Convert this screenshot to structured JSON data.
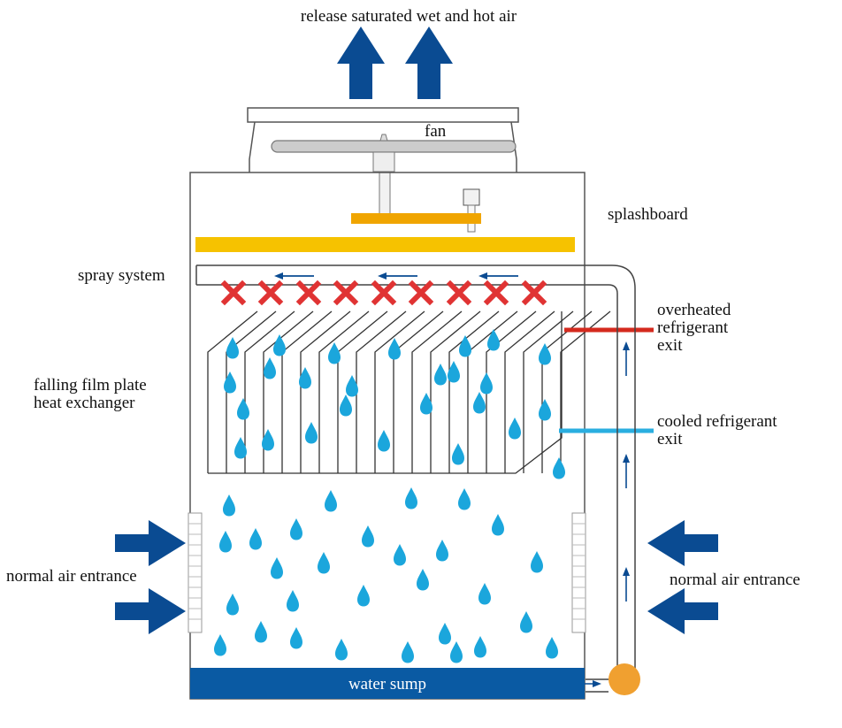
{
  "labels": {
    "top": "release saturated wet and hot air",
    "fan": "fan",
    "splashboard": "splashboard",
    "spray": "spray system",
    "overheated": [
      "overheated",
      "refrigerant",
      "exit"
    ],
    "exchanger": [
      "falling film plate",
      "heat exchanger"
    ],
    "cooled": [
      "cooled refrigerant",
      "exit"
    ],
    "air_left": "normal air entrance",
    "air_right": "normal air entrance",
    "sump": "water sump"
  },
  "colors": {
    "arrow_blue": "#0a4b92",
    "drop_blue": "#1ba6dc",
    "splash_yellow": "#f6c200",
    "fan_orange": "#f0a500",
    "spray_red": "#e03333",
    "hot_pipe": "#d42a1e",
    "cold_pipe": "#2aaee0",
    "sump_blue": "#0a5aa3",
    "pump_orange": "#f0a030",
    "outline": "#333333"
  },
  "icons": {
    "air_arrow": "block-arrow-icon",
    "droplet": "water-droplet-icon",
    "nozzle": "cross-nozzle-icon",
    "pump": "pump-circle-icon"
  }
}
